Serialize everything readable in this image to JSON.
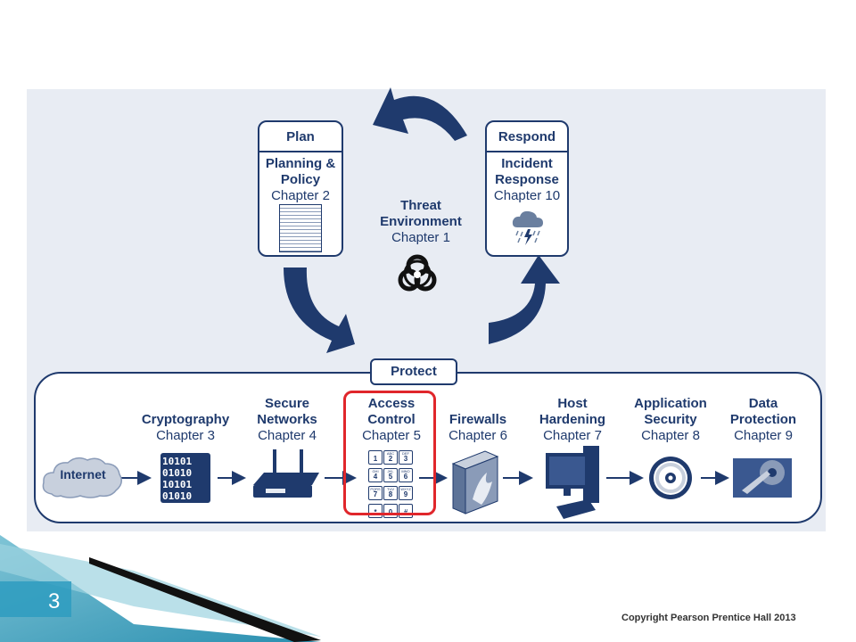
{
  "slide_number": "3",
  "copyright": "Copyright Pearson Prentice Hall 2013",
  "colors": {
    "navy": "#1f3a6d",
    "panel": "#e8ecf3",
    "highlight": "#e0262b"
  },
  "plan": {
    "header": "Plan",
    "title_line1": "Planning &",
    "title_line2": "Policy",
    "chapter": "Chapter 2"
  },
  "respond": {
    "header": "Respond",
    "title_line1": "Incident",
    "title_line2": "Response",
    "chapter": "Chapter 10"
  },
  "threat": {
    "title_line1": "Threat",
    "title_line2": "Environment",
    "chapter": "Chapter 1"
  },
  "protect": {
    "header": "Protect",
    "internet_label": "Internet",
    "items": [
      {
        "name_line1": "",
        "name_line2": "Cryptography",
        "chapter": "Chapter 3"
      },
      {
        "name_line1": "Secure",
        "name_line2": "Networks",
        "chapter": "Chapter 4"
      },
      {
        "name_line1": "Access",
        "name_line2": "Control",
        "chapter": "Chapter 5"
      },
      {
        "name_line1": "",
        "name_line2": "Firewalls",
        "chapter": "Chapter 6"
      },
      {
        "name_line1": "Host",
        "name_line2": "Hardening",
        "chapter": "Chapter 7"
      },
      {
        "name_line1": "Application",
        "name_line2": "Security",
        "chapter": "Chapter 8"
      },
      {
        "name_line1": "Data",
        "name_line2": "Protection",
        "chapter": "Chapter 9"
      }
    ],
    "keypad": [
      {
        "digit": "1",
        "letters": ""
      },
      {
        "digit": "2",
        "letters": "ABC"
      },
      {
        "digit": "3",
        "letters": "DEF"
      },
      {
        "digit": "4",
        "letters": "GHI"
      },
      {
        "digit": "5",
        "letters": "JKL"
      },
      {
        "digit": "6",
        "letters": "MNO"
      },
      {
        "digit": "7",
        "letters": "PQRS"
      },
      {
        "digit": "8",
        "letters": "TUV"
      },
      {
        "digit": "9",
        "letters": "WXYZ"
      },
      {
        "digit": "*",
        "letters": ""
      },
      {
        "digit": "0",
        "letters": ""
      },
      {
        "digit": "#",
        "letters": ""
      }
    ]
  }
}
